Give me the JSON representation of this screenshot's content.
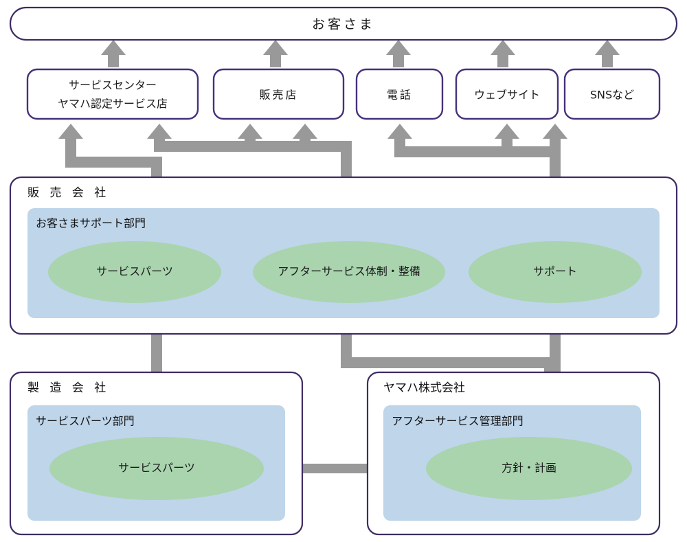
{
  "diagram": {
    "title_node": {
      "label": "お客さま"
    },
    "colors": {
      "box_border": "#47307a",
      "outer_border": "#3d2b63",
      "panel_fill": "#bed5ea",
      "node_fill": "#a9d4ae",
      "arrow_fill": "#999999",
      "text": "#1a1a1a",
      "background": "#ffffff"
    },
    "channels": [
      {
        "id": "service-center",
        "line1": "サービスセンター",
        "line2": "ヤマハ認定サービス店"
      },
      {
        "id": "dealer",
        "line1": "販売店",
        "line2": ""
      },
      {
        "id": "telephone",
        "line1": "電話",
        "line2": ""
      },
      {
        "id": "website",
        "line1": "ウェブサイト",
        "line2": ""
      },
      {
        "id": "sns",
        "line1": "SNSなど",
        "line2": ""
      }
    ],
    "groups": [
      {
        "id": "sales-company",
        "label": "販 売 会 社",
        "panel_label": "お客さまサポート部門",
        "nodes": [
          {
            "id": "service-parts-sales",
            "label": "サービスパーツ"
          },
          {
            "id": "after-service-system",
            "label": "アフターサービス体制・整備"
          },
          {
            "id": "support",
            "label": "サポート"
          }
        ]
      },
      {
        "id": "manufacturing-company",
        "label": "製 造 会 社",
        "panel_label": "サービスパーツ部門",
        "nodes": [
          {
            "id": "service-parts-mfg",
            "label": "サービスパーツ"
          }
        ]
      },
      {
        "id": "yamaha-corporation",
        "label": "ヤマハ株式会社",
        "panel_label": "アフターサービス管理部門",
        "nodes": [
          {
            "id": "policy-plan",
            "label": "方針・計画"
          }
        ]
      }
    ]
  }
}
